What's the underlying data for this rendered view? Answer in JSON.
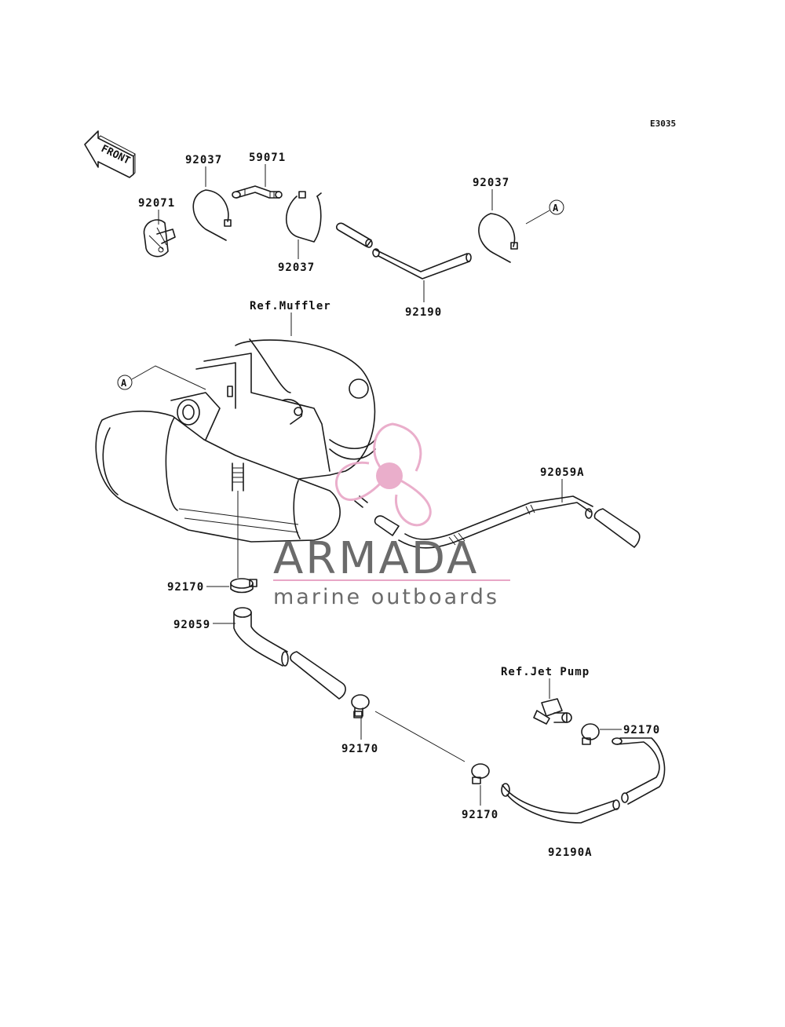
{
  "diagram_code": "E3035",
  "front_arrow_label": "FRONT",
  "callout_letter": "A",
  "references": {
    "muffler": "Ref.Muffler",
    "jet_pump": "Ref.Jet Pump"
  },
  "parts": {
    "p92037_a": "92037",
    "p59071": "59071",
    "p92071": "92071",
    "p92037_b": "92037",
    "p92037_c": "92037",
    "p92190": "92190",
    "p92059a": "92059A",
    "p92170_a": "92170",
    "p92059": "92059",
    "p92170_b": "92170",
    "p92170_c": "92170",
    "p92170_d": "92170",
    "p92190a": "92190A"
  },
  "watermark": {
    "brand": "ARMADA",
    "tagline": "marine outboards",
    "logo_color": "#e8a6c6",
    "text_color": "#6b6b6b"
  }
}
